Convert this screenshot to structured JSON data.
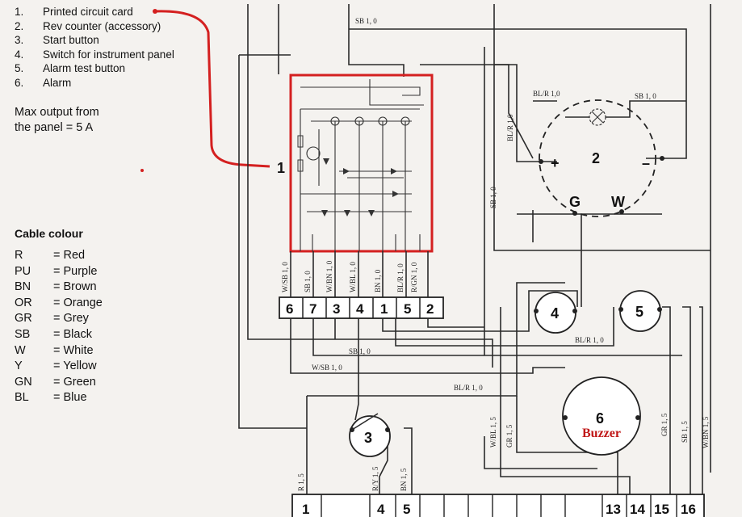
{
  "legend": {
    "items": [
      {
        "num": "1.",
        "label": "Printed circuit card"
      },
      {
        "num": "2.",
        "label": "Rev counter (accessory)"
      },
      {
        "num": "3.",
        "label": "Start button"
      },
      {
        "num": "4.",
        "label": "Switch for instrument panel"
      },
      {
        "num": "5.",
        "label": "Alarm test button"
      },
      {
        "num": "6.",
        "label": "Alarm"
      }
    ],
    "max_output_line1": "Max output from",
    "max_output_line2": "the panel = 5 A"
  },
  "cable_colour": {
    "title": "Cable colour",
    "items": [
      {
        "code": "R",
        "meaning": "= Red"
      },
      {
        "code": "PU",
        "meaning": "= Purple"
      },
      {
        "code": "BN",
        "meaning": "= Brown"
      },
      {
        "code": "OR",
        "meaning": "= Orange"
      },
      {
        "code": "GR",
        "meaning": "= Grey"
      },
      {
        "code": "SB",
        "meaning": "= Black"
      },
      {
        "code": "W",
        "meaning": "= White"
      },
      {
        "code": "Y",
        "meaning": "= Yellow"
      },
      {
        "code": "GN",
        "meaning": "= Green"
      },
      {
        "code": "BL",
        "meaning": "= Blue"
      }
    ]
  },
  "diagram": {
    "callout": "1",
    "terminal_strip": [
      "6",
      "7",
      "3",
      "4",
      "1",
      "5",
      "2"
    ],
    "component_labels": {
      "rev_counter": "2",
      "start_button": "3",
      "switch_panel": "4",
      "alarm_test": "5",
      "alarm": "6"
    },
    "alarm_caption": "Buzzer",
    "rev_counter_marks": {
      "plus": "+",
      "minus": "–",
      "g": "G",
      "w": "W"
    },
    "bottom_terminals": [
      "1",
      "4",
      "5",
      "13",
      "14",
      "15",
      "16"
    ],
    "wire_labels": {
      "sb_top": "SB 1, 0",
      "blr_top": "BL/R 1,0",
      "sb_right": "SB 1, 0",
      "blr_vert": "BL/R 1,0",
      "sb_vert": "SB 1, 0",
      "w_sb_vert": "W/SB 1, 0",
      "sb_vert2": "SB 1, 0",
      "w_bn_vert": "W/BN 1, 0",
      "w_bl_vert": "W/BL 1, 0",
      "bn_vert": "BN 1, 0",
      "bl_r_vert": "BL/R 1, 0",
      "r_gn_vert": "R/GN 1, 0",
      "bl_r_mid": "BL/R 1, 0",
      "sb_mid": "SB 1, 0",
      "w_sb_mid": "W/SB 1, 0",
      "bl_r_low": "BL/R 1, 0",
      "w_bl_low": "W/BL 1, 5",
      "gr_low": "GR 1, 5",
      "gr_right": "GR 1, 5",
      "sb_right2": "SB 1, 5",
      "w_bn_right": "W/BN 1, 5",
      "r_low": "R 1, 5",
      "ry_low": "R/Y 1, 5",
      "bn_low": "BN 1, 5"
    }
  },
  "colors": {
    "highlight": "#d42020",
    "wire": "#2a2a2a",
    "buzzer": "#c01818"
  }
}
